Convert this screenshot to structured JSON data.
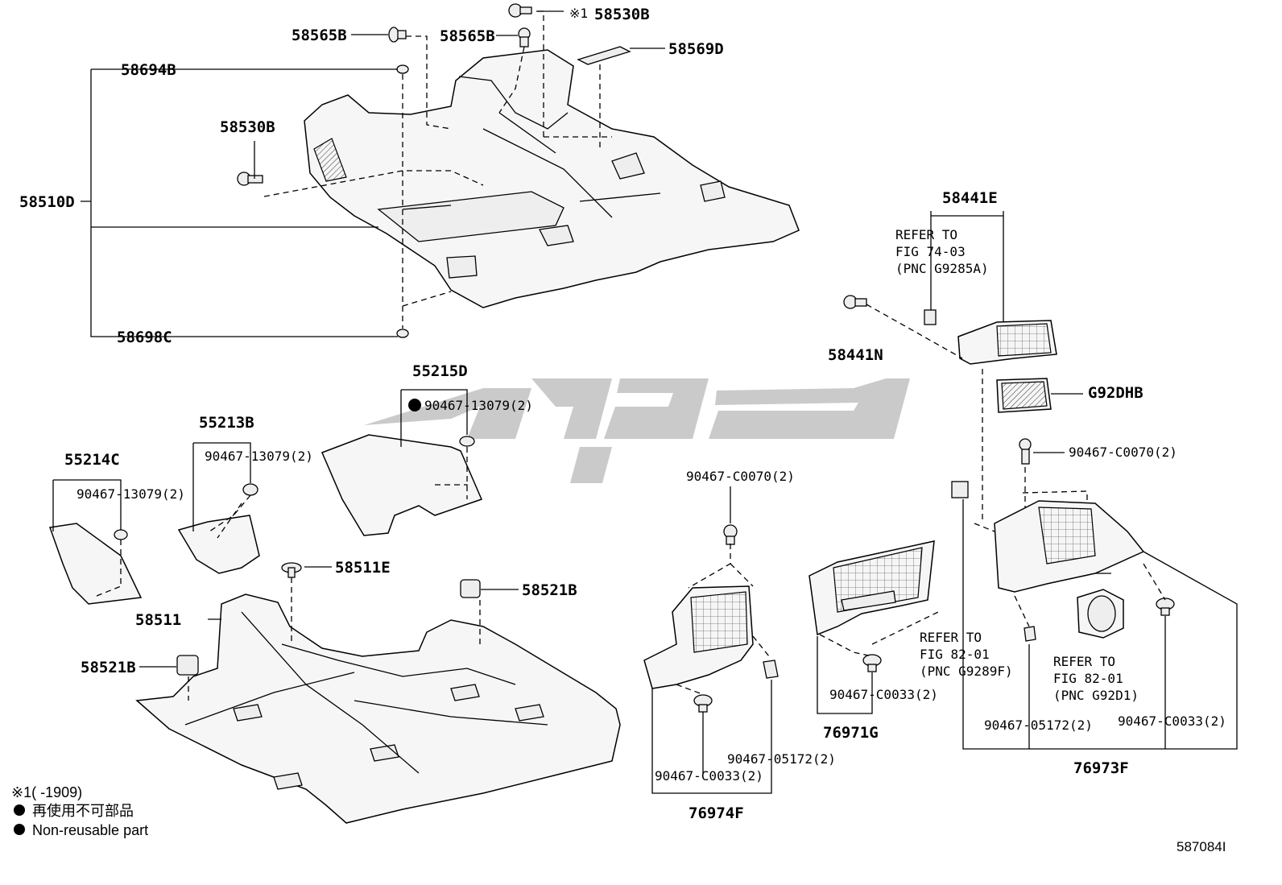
{
  "labels": {
    "p58530B_top": "58530B",
    "p58530B_top_mark": "※1",
    "p58565B_a": "58565B",
    "p58565B_b": "58565B",
    "p58569D": "58569D",
    "p58694B": "58694B",
    "p58530B": "58530B",
    "p58510D": "58510D",
    "p58698C": "58698C",
    "p55215D": "55215D",
    "p90467_13079_a": "90467-13079(2)",
    "p55213B": "55213B",
    "p90467_13079_b": "90467-13079(2)",
    "p55214C": "55214C",
    "p90467_13079_c": "90467-13079(2)",
    "p58511E": "58511E",
    "p58521B_a": "58521B",
    "p58511": "58511",
    "p58521B_b": "58521B",
    "p90467_C0070_a": "90467-C0070(2)",
    "p90467_05172_a": "90467-05172(2)",
    "p90467_C0033_a": "90467-C0033(2)",
    "p76974F": "76974F",
    "p90467_C0033_b": "90467-C0033(2)",
    "p76971G": "76971G",
    "p58441E": "58441E",
    "p58441N": "58441N",
    "pG92DHB": "G92DHB",
    "p90467_C0070_b": "90467-C0070(2)",
    "p90467_05172_b": "90467-05172(2)",
    "p90467_C0033_c": "90467-C0033(2)",
    "p76973F": "76973F"
  },
  "refs": {
    "ref1": [
      "REFER TO",
      "FIG 74-03",
      "(PNC G9285A)"
    ],
    "ref2": [
      "REFER TO",
      "FIG 82-01",
      "(PNC G9289F)"
    ],
    "ref3": [
      "REFER TO",
      "FIG 82-01",
      "(PNC G92D1)"
    ]
  },
  "legend": {
    "note1": "※1(      -1909)",
    "note2": "再使用不可部品",
    "note3": "Non-reusable part"
  },
  "figure_code": "587084I"
}
